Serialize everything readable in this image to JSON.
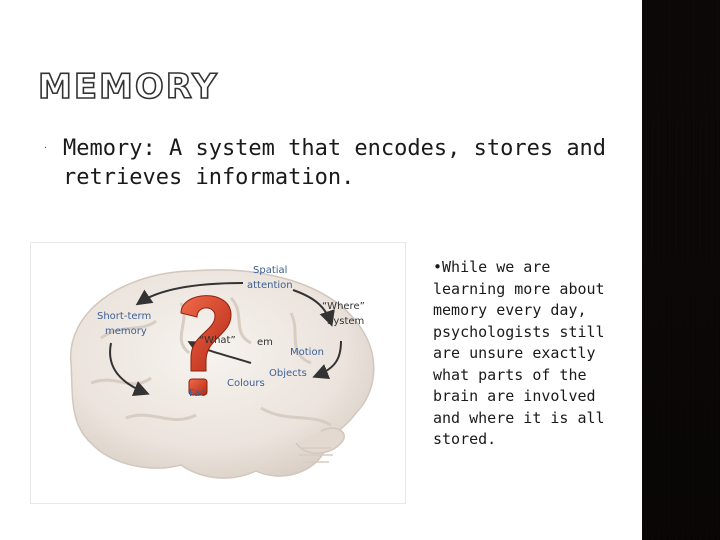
{
  "slide": {
    "title": "MEMORY",
    "bullet_marker": "·",
    "definition": "Memory: A system that encodes, stores and retrieves information.",
    "side_text": "•While we are learning more about memory every day, psychologists still are unsure exactly what parts of the brain are involved and where it is all stored."
  },
  "diagram": {
    "labels": {
      "spatial_line1": "Spatial",
      "spatial_line2": "attention",
      "where_line1": "“Where”",
      "where_line2": "System",
      "short_term_line1": "Short-term",
      "short_term_line2": "memory",
      "what": "“What”",
      "em": "em",
      "motion": "Motion",
      "objects": "Objects",
      "colours": "Colours",
      "fac": "Fac"
    }
  },
  "colors": {
    "label_blue": "#3c5f94",
    "question_red": "#d9452b",
    "brain_fill": "#efe9e3",
    "side_panel": "#332c27"
  }
}
